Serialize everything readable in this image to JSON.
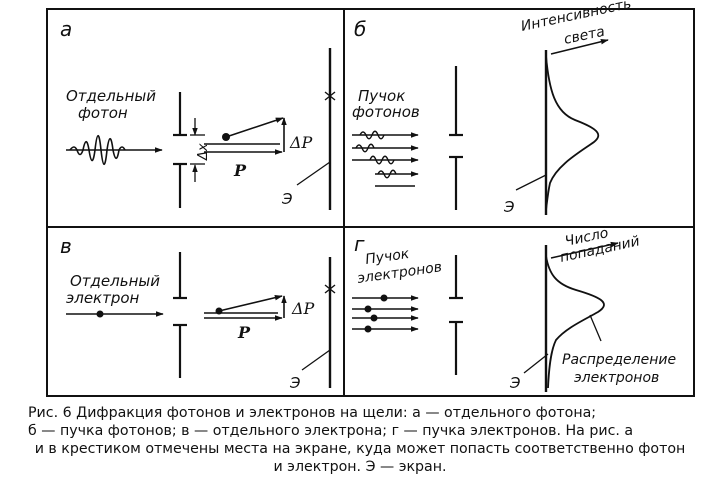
{
  "panels": {
    "a": {
      "letter": "а",
      "label_line1": "Отдельный",
      "label_line2": "фотон",
      "dx_label": "Δx",
      "p_label": "P",
      "dp_label": "ΔP",
      "screen_label": "Э"
    },
    "b": {
      "letter": "б",
      "label_line1": "Пучок",
      "label_line2": "фотонов",
      "axis_line1": "Интенсивность",
      "axis_line2": "света",
      "screen_label": "Э"
    },
    "v": {
      "letter": "в",
      "label_line1": "Отдельный",
      "label_line2": "электрон",
      "p_label": "P",
      "dp_label": "ΔP",
      "screen_label": "Э"
    },
    "g": {
      "letter": "г",
      "label_line1": "Пучок",
      "label_line2": "электронов",
      "axis_line1": "Число",
      "axis_line2": "попаданий",
      "dist_line1": "Распределение",
      "dist_line2": "электронов",
      "screen_label": "Э"
    }
  },
  "caption": {
    "line1": "Рис. 6   Дифракция фотонов и электронов на щели: а — отдельного фотона;",
    "line2": "б — пучка фотонов; в — отдельного электрона; г — пучка электронов. На рис. а",
    "line3": "и в крестиком отмечены места на экране, куда может попасть соответственно фо­тон и электрон. Э — экран."
  },
  "colors": {
    "ink": "#111111",
    "paper": "#ffffff"
  }
}
